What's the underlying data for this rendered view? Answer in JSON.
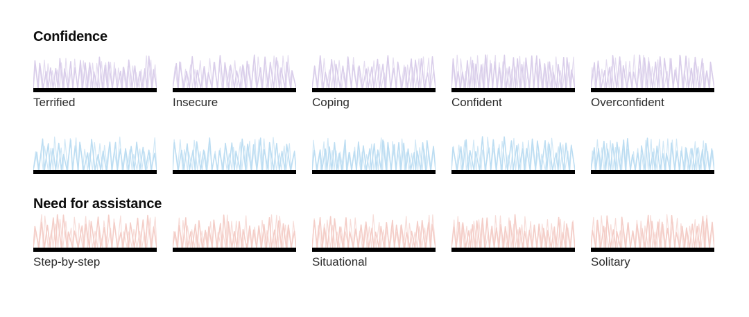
{
  "page": {
    "background": "#ffffff",
    "baseline_color": "#000000",
    "heading_color": "#0d0d0d",
    "label_color": "#2b2b2b"
  },
  "sections": [
    {
      "heading": "Confidence",
      "wave_color": "#d9cdea",
      "labels": [
        "Terrified",
        "Insecure",
        "Coping",
        "Confident",
        "Overconfident"
      ]
    },
    {
      "heading": "",
      "wave_color": "#bcddf2",
      "labels": [
        "",
        "",
        "",
        "",
        ""
      ]
    },
    {
      "heading": "Need for assistance",
      "wave_color": "#f4cdc7",
      "labels": [
        "Step-by-step",
        "",
        "Situational",
        "",
        "Solitary"
      ]
    }
  ]
}
